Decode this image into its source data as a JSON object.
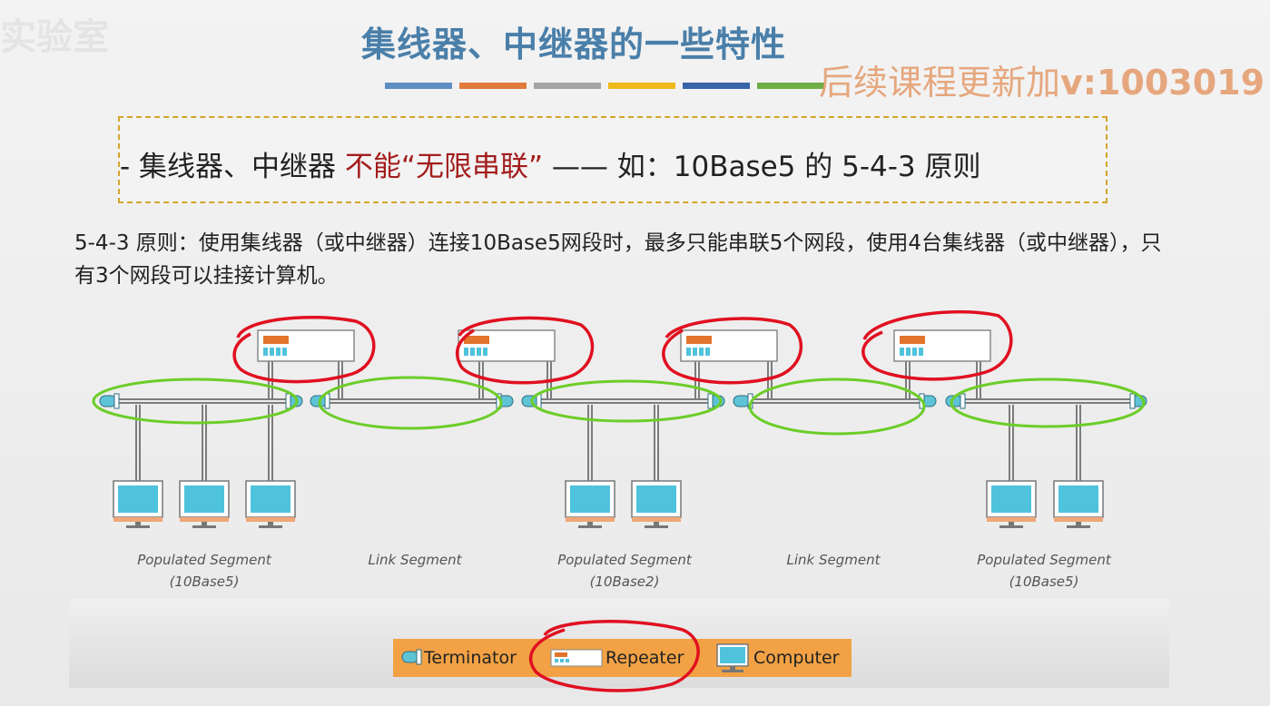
{
  "slide": {
    "logo_text": "实验室",
    "title": "集线器、中继器的一些特性",
    "title_bar_colors": [
      "#5f8ec2",
      "#e07b39",
      "#a5a5a5",
      "#f0b91a",
      "#3a64a8",
      "#6fae45"
    ],
    "watermark_prefix": "后续课程更新加",
    "watermark_id": "v:1003019"
  },
  "highlight": {
    "bullet": "-",
    "part1": " 集线器、中继器 ",
    "red_part": "不能“无限串联”",
    "dash": " —— ",
    "part2": "如：10Base5 的 5-4-3 原则"
  },
  "rule_description": "5-4-3 原则：使用集线器（或中继器）连接10Base5网段时，最多只能串联5个网段，使用4台集线器（或中继器），只有3个网段可以挂接计算机。",
  "diagram": {
    "segment_labels": [
      {
        "line1": "Populated Segment",
        "line2": "(10Base5)"
      },
      {
        "line1": "Link Segment",
        "line2": ""
      },
      {
        "line1": "Populated Segment",
        "line2": "(10Base2)"
      },
      {
        "line1": "Link Segment",
        "line2": ""
      },
      {
        "line1": "Populated Segment",
        "line2": "(10Base5)"
      }
    ],
    "segments": [
      {
        "computers": 3
      },
      {
        "computers": 0
      },
      {
        "computers": 2
      },
      {
        "computers": 0
      },
      {
        "computers": 2
      }
    ],
    "repeaters": 4,
    "colors": {
      "cable": "#7c7c7c",
      "terminator": "#5fc3d6",
      "repeater_box": "#ffffff",
      "repeater_led": "#e2742c",
      "screen": "#4fc3dc",
      "annotation_red": "#e01020",
      "annotation_green": "#6ccd28"
    }
  },
  "legend": {
    "background": "#f2a245",
    "terminator_label": "Terminator",
    "repeater_label": "Repeater",
    "computer_label": "Computer"
  }
}
